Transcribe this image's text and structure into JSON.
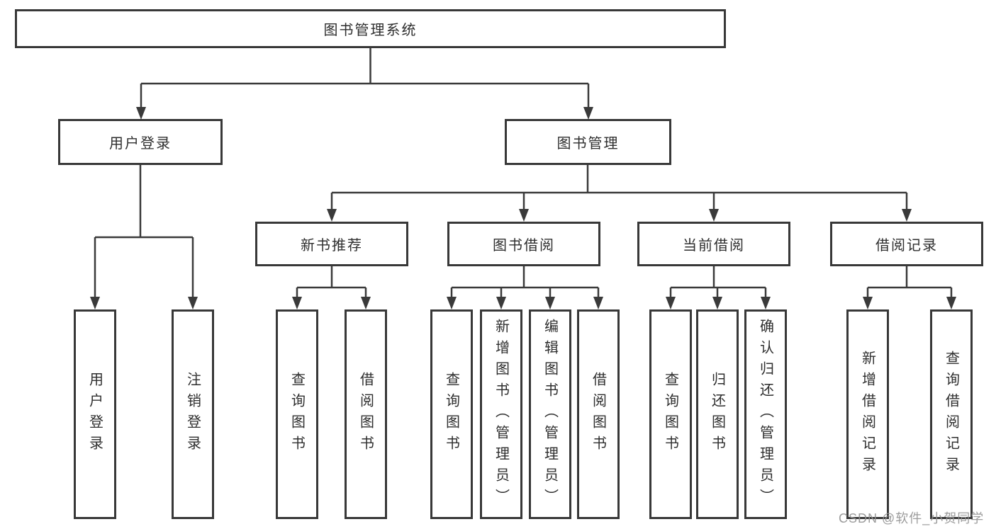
{
  "nodes": {
    "root": {
      "label": "图书管理系统"
    },
    "user_login": {
      "label": "用户登录",
      "children": [
        "用户登录",
        "注销登录"
      ]
    },
    "book_mgmt": {
      "label": "图书管理"
    },
    "new_books": {
      "label": "新书推荐",
      "children": [
        "查询图书",
        "借阅图书"
      ]
    },
    "book_borrow": {
      "label": "图书借阅",
      "children": [
        "查询图书",
        "新增图书（管理员）",
        "编辑图书（管理员）",
        "借阅图书"
      ]
    },
    "current_borrow": {
      "label": "当前借阅",
      "children": [
        "查询图书",
        "归还图书",
        "确认归还（管理员）"
      ]
    },
    "borrow_records": {
      "label": "借阅记录",
      "children": [
        "新增借阅记录",
        "查询借阅记录"
      ]
    },
    "watermark": "CSDN @软件_小贺同学"
  },
  "colors": {
    "line": "#3a3a3a",
    "border": "#383838",
    "text": "#2e2e2e",
    "watermark": "#949494",
    "background": "#ffffff"
  }
}
